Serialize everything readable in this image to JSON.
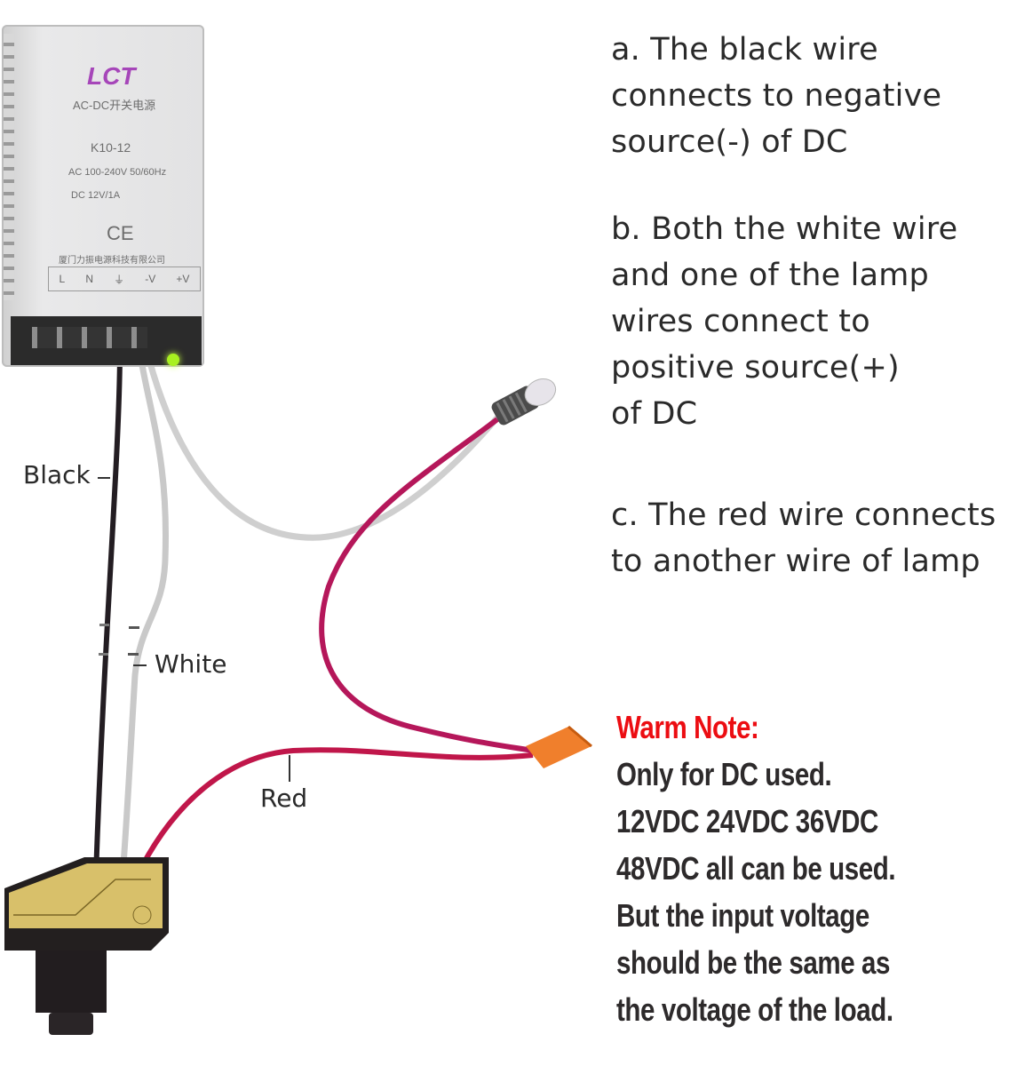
{
  "power_supply": {
    "brand": "LCT",
    "type": "AC-DC开关电源",
    "model": "K10-12",
    "input": "AC 100-240V  50/60Hz",
    "output": "DC 12V/1A",
    "cert": "CE",
    "maker": "厦门力振电源科技有限公司",
    "terminals": [
      "L",
      "N",
      "⏚",
      "-V",
      "+V"
    ]
  },
  "instructions": {
    "a": [
      "a. The black wire",
      "connects to negative",
      "source(-) of DC"
    ],
    "b": [
      "b. Both the white wire",
      "and one of the lamp",
      "wires connect to",
      "positive source(+)",
      "of DC"
    ],
    "c": [
      "c. The red wire connects",
      "to another wire of lamp"
    ]
  },
  "wire_labels": {
    "black": "Black",
    "white": "White",
    "red": "Red"
  },
  "note": {
    "title": "Warm Note:",
    "lines": [
      "Only for DC used.",
      "12VDC 24VDC 36VDC",
      "48VDC all can be used.",
      "But the input voltage",
      "should be the same as",
      "the voltage of the load."
    ]
  },
  "colors": {
    "note_title": "#ec0d12",
    "text": "#2a2a2a",
    "red_wire": "#c0164a",
    "white_wire": "#c9c9c9",
    "black_wire": "#231d22",
    "wire_nut": "#f07f2c",
    "switch_label": "#d8c06a",
    "logo": "#a646b9",
    "led": "#a8f020"
  }
}
